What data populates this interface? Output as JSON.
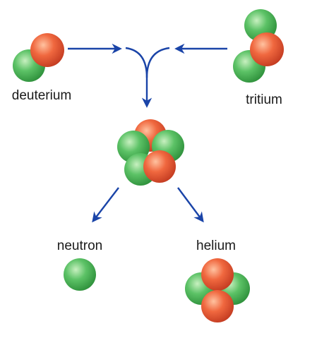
{
  "labels": {
    "deuterium": "deuterium",
    "tritium": "tritium",
    "neutron": "neutron",
    "helium": "helium"
  },
  "colors": {
    "proton": "#e85a3a",
    "neutron": "#4fb85a",
    "arrow": "#1a44a8",
    "text": "#1a1a1a"
  }
}
